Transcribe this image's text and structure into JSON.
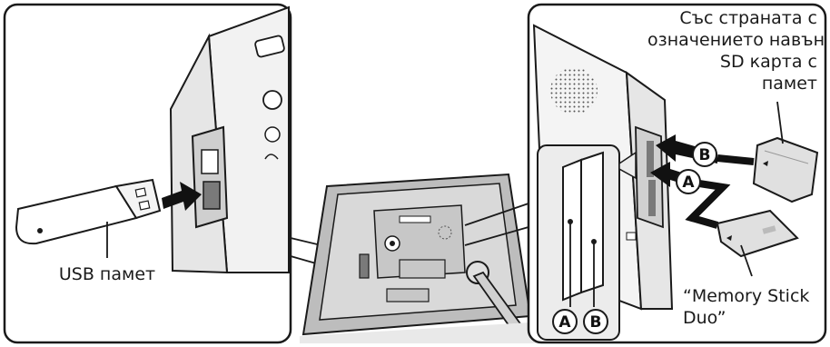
{
  "figure": {
    "left_panel": {
      "usb_label": "USB памет"
    },
    "right_panel": {
      "side_note_lines": [
        "Със страната с",
        "означението навън",
        "SD карта с",
        "памет"
      ],
      "memory_stick_label_line1": "“Memory Stick",
      "memory_stick_label_line2": "Duo”"
    },
    "markers": {
      "a": "A",
      "b": "B"
    },
    "colors": {
      "line": "#1a1a1a",
      "device_gray": "#d9d9d9",
      "device_dark": "#7a7a7a",
      "frame_gray": "#bdbdbd",
      "card_gray": "#e0e0e0"
    }
  }
}
